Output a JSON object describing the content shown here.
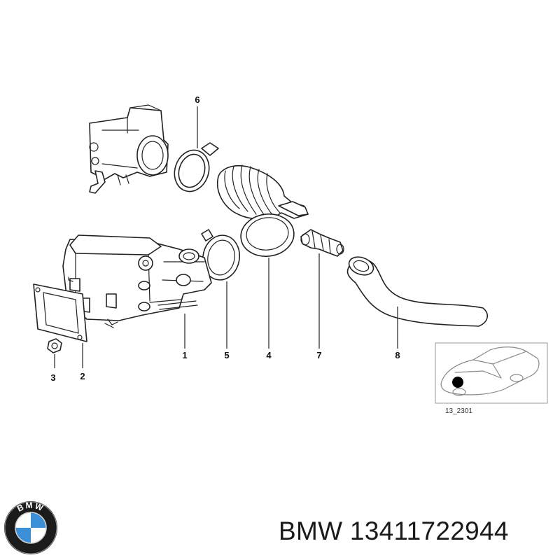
{
  "callouts": {
    "c1": "1",
    "c2": "2",
    "c3": "3",
    "c4": "4",
    "c5": "5",
    "c6": "6",
    "c7": "7",
    "c8": "8"
  },
  "inset": {
    "code": "13_2301"
  },
  "brand": {
    "text": "BMW 13411722944",
    "logo_letters": "BMW"
  },
  "colors": {
    "logo_blue": "#3a8fd6",
    "logo_ring": "#1b1b1b",
    "line": "#222222"
  }
}
